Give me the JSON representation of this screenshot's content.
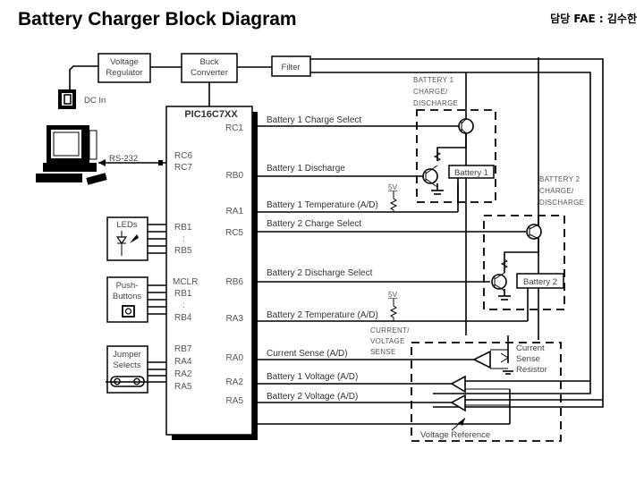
{
  "header": {
    "title": "Battery Charger Block Diagram",
    "fae": "담당 FAE : 김수한"
  },
  "blocks": {
    "voltage_regulator": [
      "Voltage",
      "Regulator"
    ],
    "buck_converter": [
      "Buck",
      "Converter"
    ],
    "filter": "Filter",
    "dc_in": "DC In",
    "rs232": "RS-232",
    "mcu": "PIC16C7XX",
    "leds": "LEDs",
    "push_buttons": [
      "Push-",
      "Buttons"
    ],
    "jumper_selects": [
      "Jumper",
      "Selects"
    ],
    "battery1": "Battery 1",
    "battery2": "Battery 2",
    "current_sense_resistor": [
      "Current",
      "Sense",
      "Resistor"
    ],
    "voltage_reference": "Voltage Reference",
    "five_volt": "5V"
  },
  "section_labels": {
    "battery1_cd": [
      "BATTERY 1",
      "CHARGE/",
      "DISCHARGE"
    ],
    "battery2_cd": [
      "BATTERY 2",
      "CHARGE/",
      "DISCHARGE"
    ],
    "cv_sense": [
      "CURRENT/",
      "VOLTAGE",
      "SENSE"
    ]
  },
  "mcu_left_pins": [
    "RC6",
    "RC7",
    "RB1",
    ":",
    "RB5",
    "MCLR",
    "RB1",
    ":",
    "RB4",
    "RB7",
    "RA4",
    "RA2",
    "RA5"
  ],
  "mcu_right_pins": [
    "RC1",
    "RB0",
    "RA1",
    "RC5",
    "RB6",
    "RA3",
    "RA0",
    "RA2",
    "RA5"
  ],
  "signals": [
    "Battery 1 Charge Select",
    "Battery 1 Discharge",
    "Battery 1 Temperature (A/D)",
    "Battery 2 Charge Select",
    "Battery 2 Discharge Select",
    "Battery 2 Temperature (A/D)",
    "Current Sense (A/D)",
    "Battery 1 Voltage (A/D)",
    "Battery 2 Voltage (A/D)"
  ]
}
